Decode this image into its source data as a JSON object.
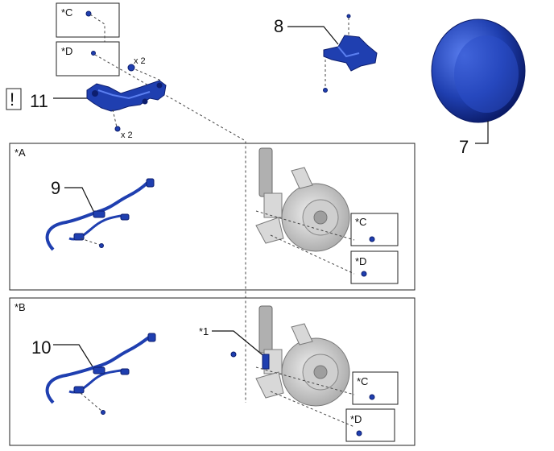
{
  "callouts": {
    "c7": "7",
    "c8": "8",
    "c9": "9",
    "c10": "10",
    "c11": "11",
    "star1": "*1"
  },
  "insets": {
    "C": "*C",
    "D": "*D",
    "A": "*A",
    "B": "*B"
  },
  "quantities": {
    "bolt_x2": "x 2",
    "nut_x2": "x 2"
  },
  "caution_symbol": "!",
  "colors": {
    "part_blue": "#1f3fb0",
    "reference_gray": "#d8d8d8",
    "line": "#222222"
  }
}
